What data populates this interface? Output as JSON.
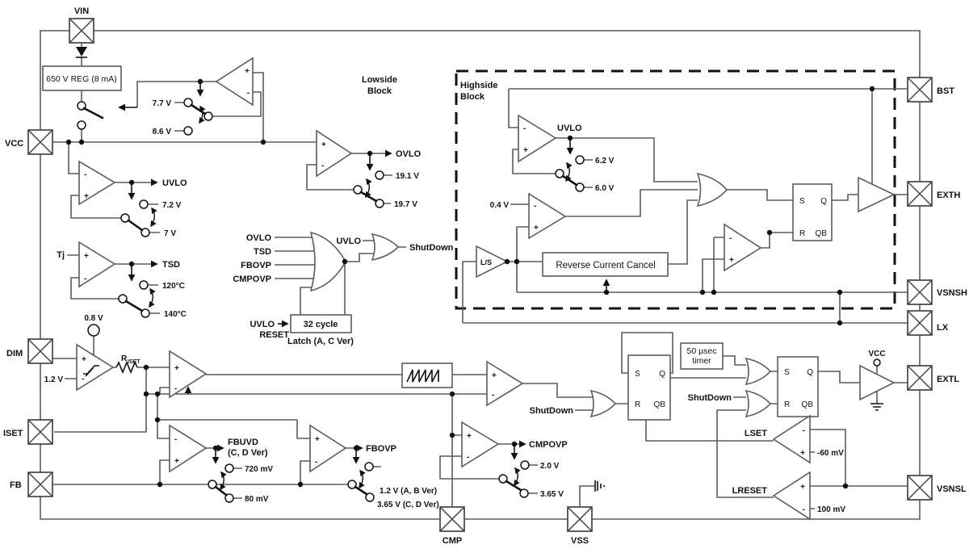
{
  "colors": {
    "background": "#ffffff",
    "wire": "#5b5b5b",
    "ink": "#111111"
  },
  "sym": {
    "plus": "+",
    "minus": "-"
  },
  "latch": {
    "s": "S",
    "q": "Q",
    "r": "R",
    "qb": "QB"
  },
  "pins": {
    "vin": "VIN",
    "vcc": "VCC",
    "dim": "DIM",
    "iset": "ISET",
    "fb": "FB",
    "cmp": "CMP",
    "vss": "VSS",
    "bst": "BST",
    "exth": "EXTH",
    "vsnsh": "VSNSH",
    "lx": "LX",
    "extl": "EXTL",
    "vsnsl": "VSNSL"
  },
  "blocks": {
    "reg": "650 V REG (8 mA)",
    "lowside1": "Lowside",
    "lowside2": "Block",
    "highside1": "Highside",
    "highside2": "Block",
    "rcc": "Reverse Current Cancel",
    "cycle32": "32 cycle",
    "latch_ver": "Latch (A, C Ver)",
    "timer1": "50 µsec",
    "timer2": "timer",
    "ls": "L/S"
  },
  "signals": {
    "uvlo": "UVLO",
    "tsd": "TSD",
    "ovlo": "OVLO",
    "fbovp": "FBOVP",
    "cmpovp": "CMPOVP",
    "fbuvd": "FBUVD",
    "fbuvd_ver": "(C, D Ver)",
    "shutdown": "ShutDown",
    "reset": "RESET",
    "lset": "LSET",
    "lreset": "LRESET",
    "tj": "Tj",
    "riset_r": "R",
    "riset_sub": "ISET"
  },
  "values": {
    "v77": "7.7 V",
    "v86": "8.6 V",
    "v72": "7.2 V",
    "v7": "7 V",
    "t120": "120°C",
    "t140": "140°C",
    "v191": "19.1 V",
    "v197": "19.7 V",
    "v62": "6.2 V",
    "v60": "6.0 V",
    "v04": "0.4 V",
    "v08": "0.8 V",
    "v12": "1.2 V",
    "mv720": "720 mV",
    "mv80": "80 mV",
    "v12ab": "1.2 V (A, B Ver)",
    "v365cd": "3.65 V (C, D Ver)",
    "v20": "2.0 V",
    "v365": "3.65 V",
    "mvm60": "-60 mV",
    "mv100": "100 mV",
    "vcc_buf": "VCC"
  }
}
